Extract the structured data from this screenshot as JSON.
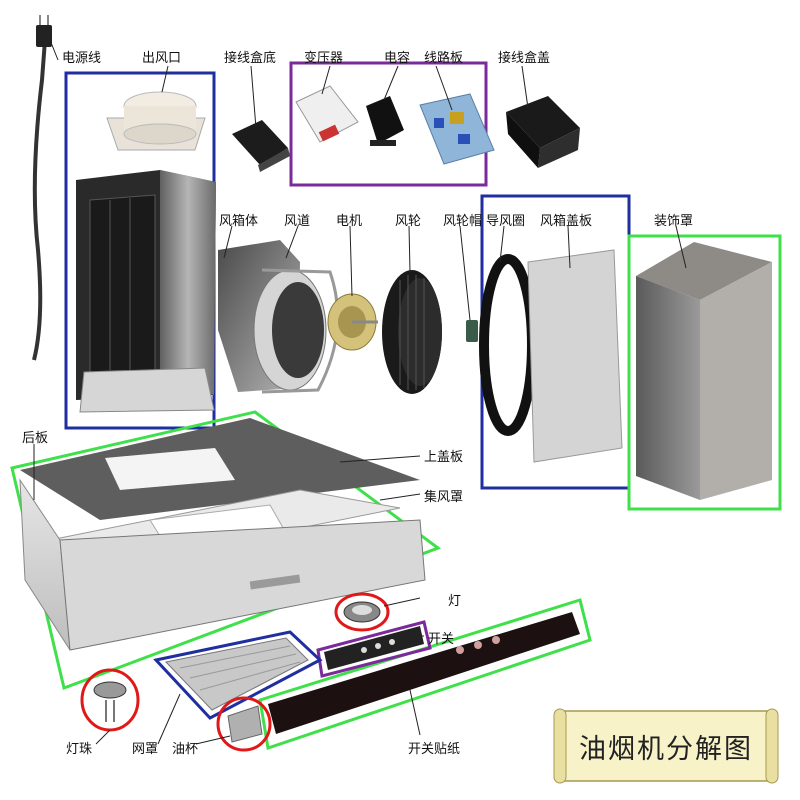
{
  "title": "油烟机分解图",
  "labels": {
    "power_cord": "电源线",
    "air_outlet": "出风口",
    "junction_box_base": "接线盒底",
    "transformer": "变压器",
    "capacitor": "电容",
    "circuit_board": "线路板",
    "junction_box_cover": "接线盒盖",
    "fan_box_body": "风箱体",
    "air_duct": "风道",
    "motor": "电机",
    "impeller": "风轮",
    "impeller_cap": "风轮帽",
    "guide_ring": "导风圈",
    "fan_box_cover": "风箱盖板",
    "decorative_cover": "装饰罩",
    "back_panel": "后板",
    "top_cover": "上盖板",
    "collector_hood": "集风罩",
    "lamp": "灯",
    "switch": "开关",
    "lamp_bead": "灯珠",
    "mesh_cover": "网罩",
    "oil_cup": "油杯",
    "switch_sticker": "开关贴纸"
  },
  "colors": {
    "blue_frame": "#1f2fa0",
    "purple_frame": "#7b2a9a",
    "green_frame": "#3fe04a",
    "red_circle": "#e01818"
  }
}
